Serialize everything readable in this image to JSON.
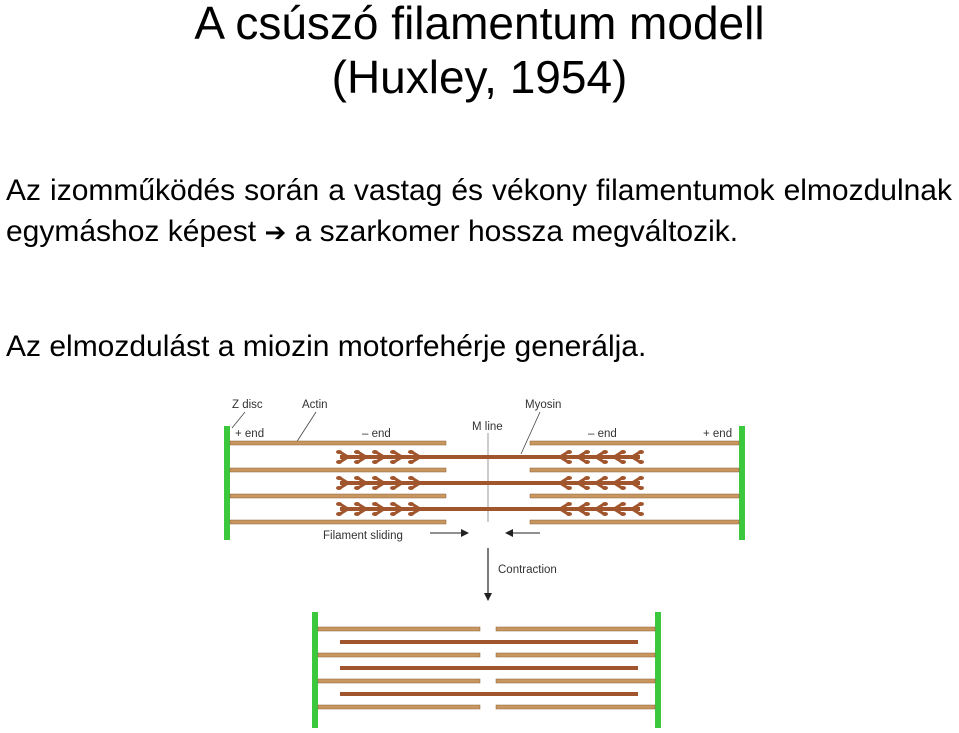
{
  "title_line1": "A csúszó filamentum modell",
  "title_line2": "(Huxley, 1954)",
  "paragraph1": {
    "part1": "Az izomműködés során a vastag és vékony filamentumok elmozdulnak egymáshoz képest ",
    "arrow": "➔",
    "part2": " a szarkomer hossza megváltozik."
  },
  "paragraph2": "Az elmozdulást a miozin motorfehérje generálja.",
  "diagram": {
    "labels": {
      "z_disc": "Z disc",
      "actin": "Actin",
      "myosin": "Myosin",
      "m_line": "M line",
      "plus_end_left": "+ end",
      "minus_end_left": "– end",
      "minus_end_right": "– end",
      "plus_end_right": "+ end",
      "filament_sliding": "Filament sliding",
      "contraction": "Contraction"
    },
    "colors": {
      "z_disc": "#3cc83c",
      "actin": "#c89660",
      "myosin": "#a0552d",
      "arrow": "#222222"
    }
  }
}
